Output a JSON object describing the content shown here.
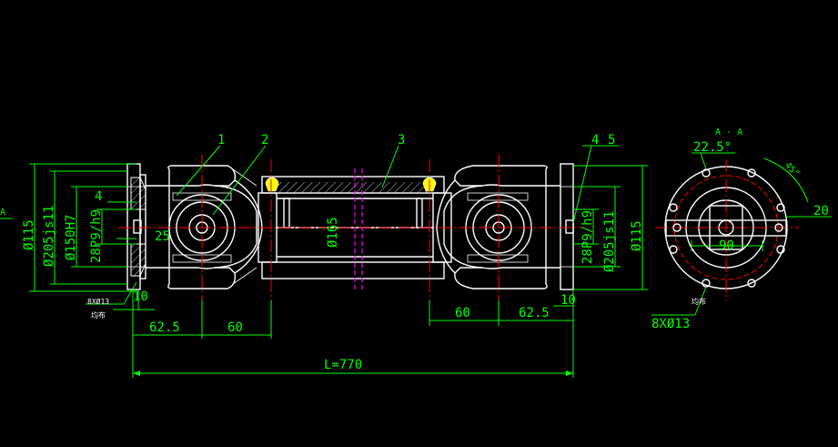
{
  "diagram": {
    "part_labels": [
      "1",
      "2",
      "3",
      "4",
      "5"
    ],
    "section_label": "A - A",
    "dims": {
      "left_d115": "Ø115",
      "left_d205": "Ø205js11",
      "left_d150": "Ø150H7",
      "left_28p9": "28P9/h9",
      "left_4": "4",
      "left_25": "25",
      "left_10": "10",
      "left_holes": "8XØ13",
      "left_holes_note": "均布",
      "center_d165": "Ø165",
      "right_28p9": "28P9/h9",
      "right_d205": "Ø205js11",
      "right_d115": "Ø115",
      "right_10": "10",
      "flange_left_625": "62.5",
      "flange_left_60": "60",
      "flange_right_60": "60",
      "flange_right_625": "62.5",
      "length": "L=770",
      "sec_angle": "22.5°",
      "sec_45": "45°",
      "sec_20": "20",
      "sec_90": "90",
      "sec_note": "均布",
      "sec_holes": "8XØ13",
      "edge_a": "A"
    }
  },
  "colors": {
    "background": "#000000",
    "outline": "#ffffff",
    "dimension": "#00ff00",
    "centerline": "#ff0000",
    "section_cut": "#ff00ff",
    "grease_nipple": "#ffff00"
  }
}
